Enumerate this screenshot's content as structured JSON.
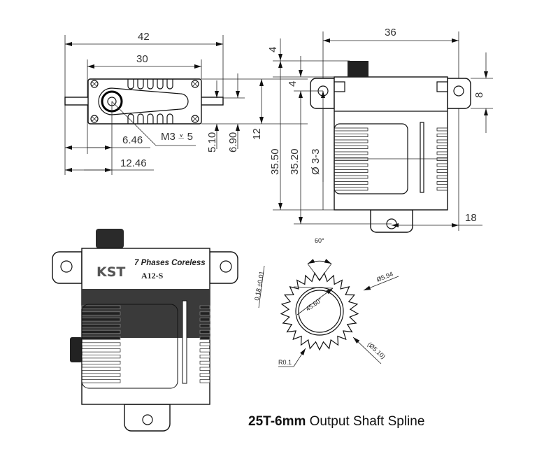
{
  "top_view": {
    "dims": {
      "overall_width": "42",
      "body_width": "30",
      "horn_offset": "6.46",
      "horn_offset_total": "12.46",
      "screw": "M3",
      "screw_depth_symbol": "⩡",
      "screw_depth": "5",
      "d_5_10": "5.10",
      "d_6_90": "6.90",
      "d_12": "12"
    }
  },
  "side_view": {
    "dims": {
      "width": "36",
      "spline_height": "4",
      "tab_offset": "4",
      "height_total": "35.50",
      "height_body": "35.20",
      "hole": "Ø 3-3",
      "tab_height": "8",
      "bottom_tab": "18"
    }
  },
  "render_view": {
    "brand": "KST",
    "subtitle": "7 Phases Coreless",
    "model": "A12-S",
    "band_color": "#3a3a3a"
  },
  "spline": {
    "teeth": 25,
    "angle": "60°",
    "outer_dia": "Ø5.94",
    "tooth_width": "0.18 ±0.01",
    "pitch_angle": "45.60°",
    "root_radius": "R0.1",
    "root_dia": "(Ø5.10)"
  },
  "caption": {
    "bold": "25T-6mm",
    "rest": " Output Shaft Spline"
  }
}
